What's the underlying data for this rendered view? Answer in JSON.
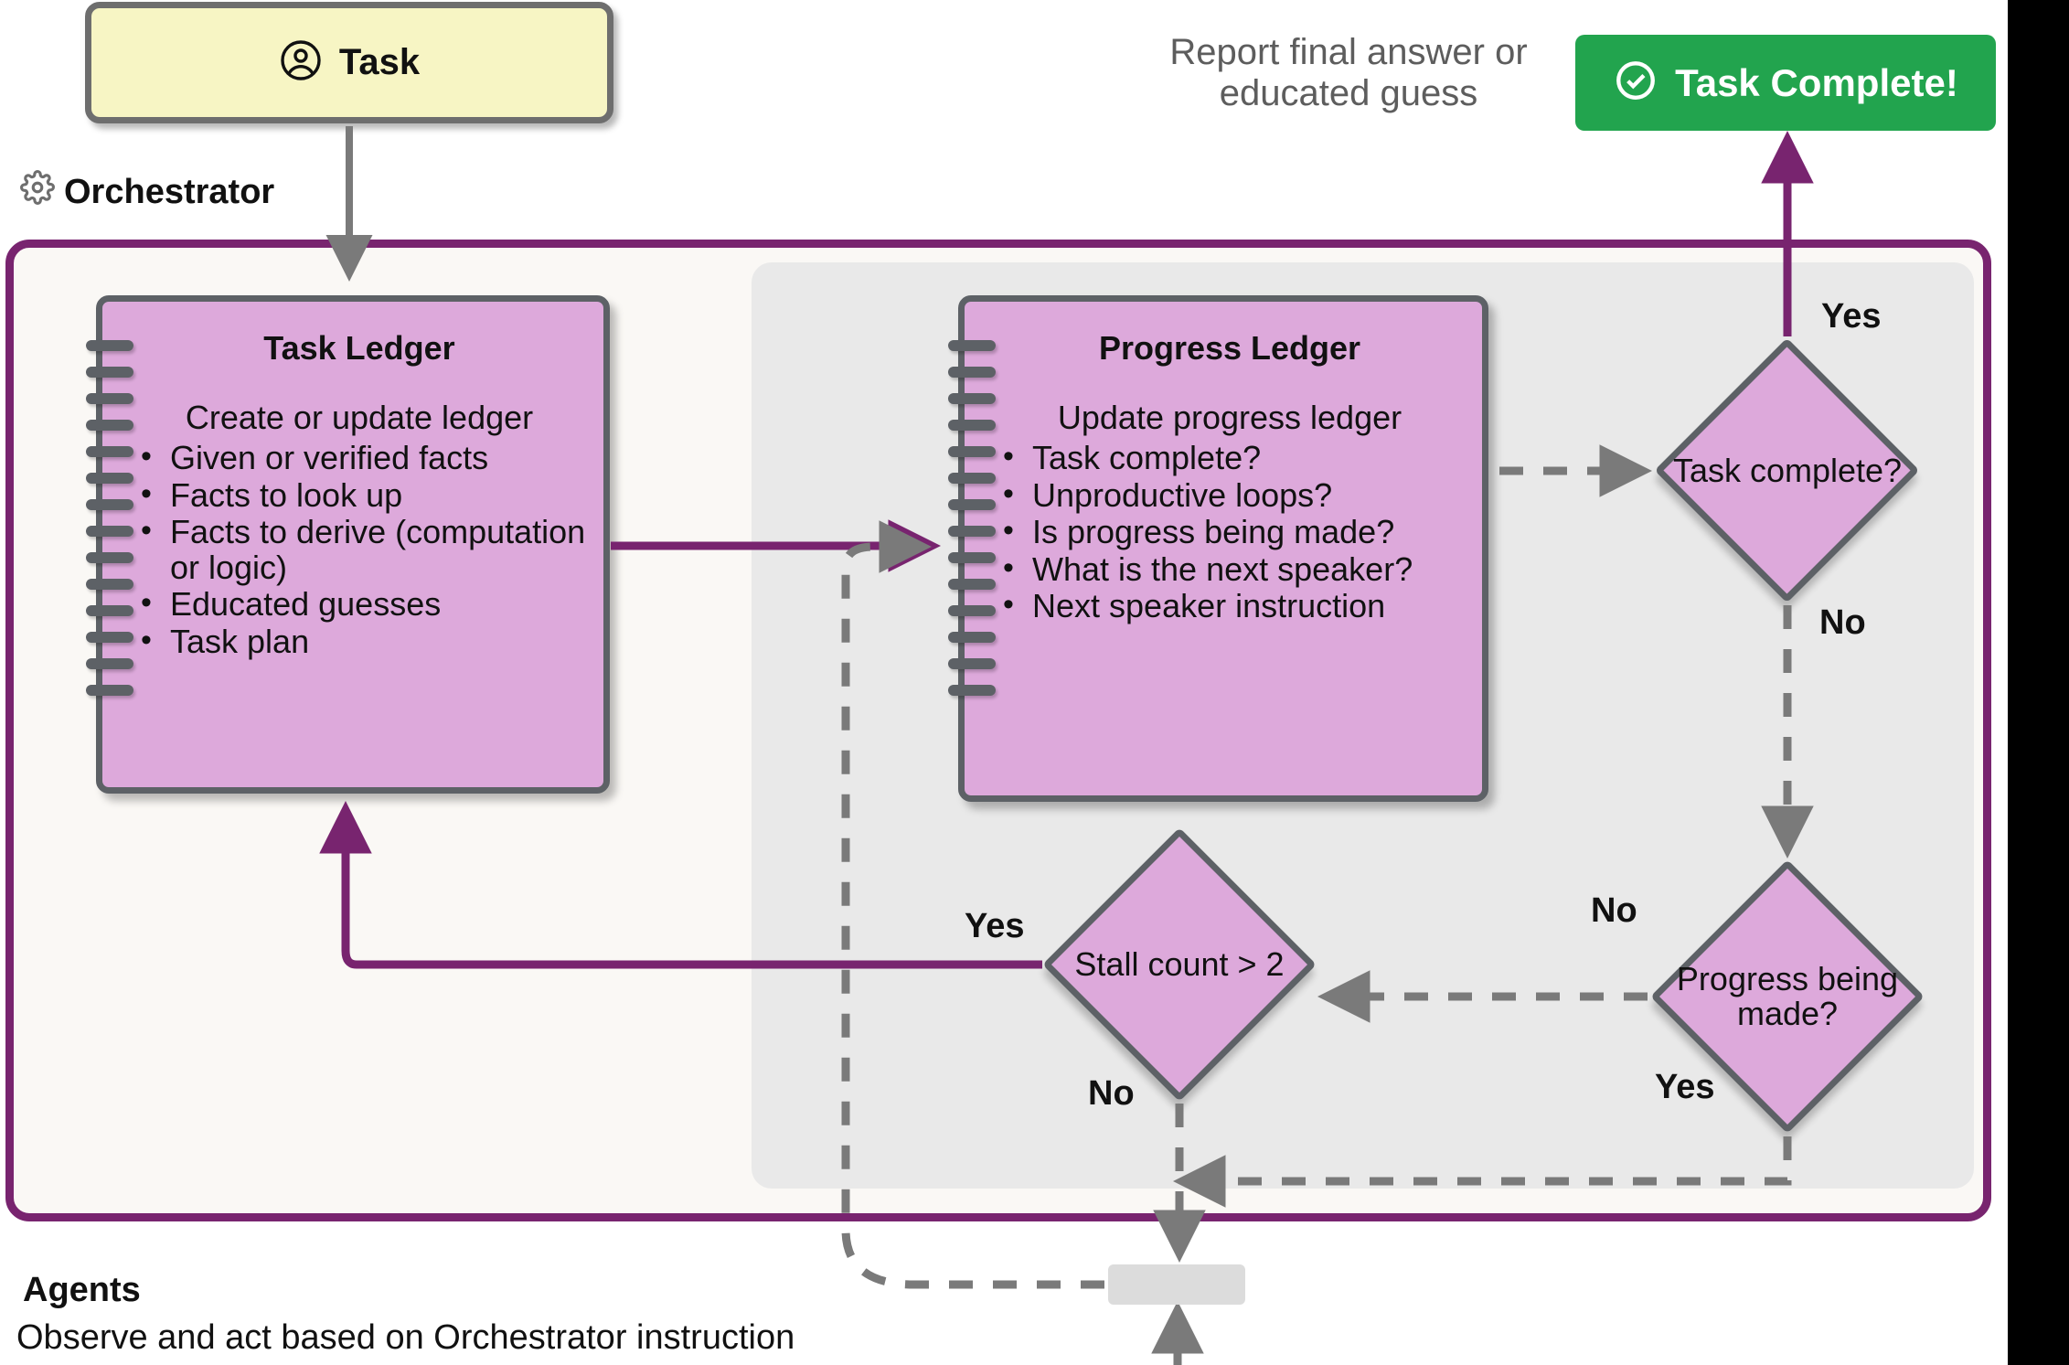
{
  "colors": {
    "ledger_fill": "#dda9db",
    "ledger_border": "#5d6166",
    "orchestrator_border": "#78246f",
    "orchestrator_fill": "#faf8f5",
    "inner_panel_fill": "#e9e9e9",
    "task_fill": "#f7f5c4",
    "success_green": "#22a44e",
    "arrow_purple": "#78246f",
    "arrow_gray": "#7a7a7a"
  },
  "task": {
    "label": "Task",
    "icon": "user-circle-icon"
  },
  "orchestrator": {
    "label": "Orchestrator",
    "icon": "gear-icon"
  },
  "header": {
    "report_note": "Report final answer or educated guess",
    "task_complete_label": "Task Complete!",
    "task_complete_icon": "check-circle-icon"
  },
  "task_ledger": {
    "title": "Task Ledger",
    "subtitle": "Create or update ledger",
    "items": [
      "Given or verified facts",
      "Facts to look up",
      "Facts to derive (computation or logic)",
      "Educated guesses",
      "Task plan"
    ]
  },
  "progress_ledger": {
    "title": "Progress Ledger",
    "subtitle": "Update progress ledger",
    "items": [
      "Task complete?",
      "Unproductive loops?",
      "Is progress being made?",
      "What is the next speaker?",
      "Next speaker instruction"
    ]
  },
  "decisions": {
    "task_complete": "Task complete?",
    "progress_being_made": "Progress being made?",
    "stall_count": "Stall count > 2"
  },
  "edge_labels": {
    "task_complete_yes": "Yes",
    "task_complete_no": "No",
    "progress_made_no": "No",
    "progress_made_yes": "Yes",
    "stall_yes": "Yes",
    "stall_no": "No"
  },
  "agents": {
    "title": "Agents",
    "description": "Observe and act based on Orchestrator instruction"
  }
}
